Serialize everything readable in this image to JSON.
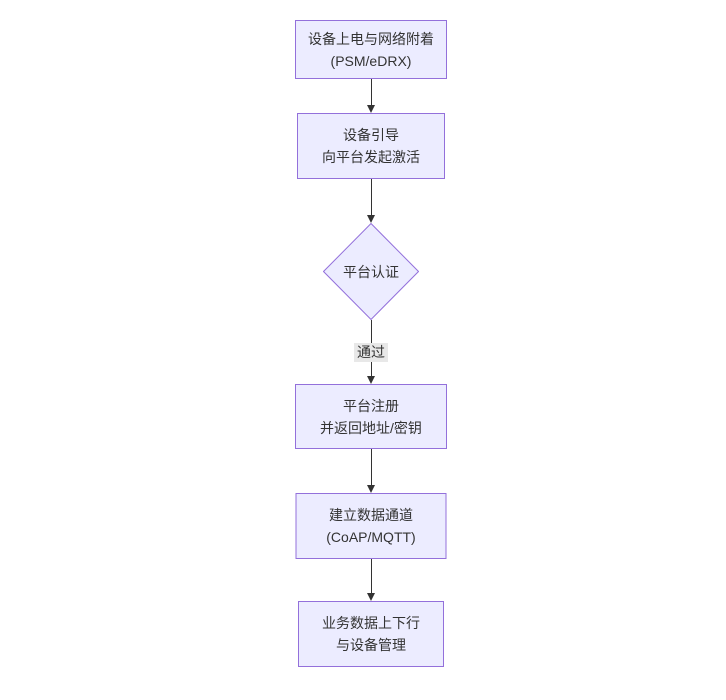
{
  "colors": {
    "canvas_bg": "#ffffff",
    "node_fill": "#ECECFF",
    "node_border": "#9370DB",
    "edge": "#333333",
    "edge_label_bg": "#e8e8e8",
    "text": "#333333"
  },
  "diagram": {
    "type": "flowchart",
    "direction": "top-down",
    "nodes": [
      {
        "id": "A",
        "shape": "rect",
        "lines": [
          "设备上电与网络附着",
          "(PSM/eDRX)"
        ]
      },
      {
        "id": "B",
        "shape": "rect",
        "lines": [
          "设备引导",
          "向平台发起激活"
        ]
      },
      {
        "id": "C",
        "shape": "diamond",
        "lines": [
          "平台认证"
        ]
      },
      {
        "id": "D",
        "shape": "rect",
        "lines": [
          "平台注册",
          "并返回地址/密钥"
        ]
      },
      {
        "id": "E",
        "shape": "rect",
        "lines": [
          "建立数据通道",
          "(CoAP/MQTT)"
        ]
      },
      {
        "id": "F",
        "shape": "rect",
        "lines": [
          "业务数据上下行",
          "与设备管理"
        ]
      }
    ],
    "edges": [
      {
        "from": "A",
        "to": "B",
        "label": ""
      },
      {
        "from": "B",
        "to": "C",
        "label": ""
      },
      {
        "from": "C",
        "to": "D",
        "label": "通过"
      },
      {
        "from": "D",
        "to": "E",
        "label": ""
      },
      {
        "from": "E",
        "to": "F",
        "label": ""
      }
    ]
  }
}
